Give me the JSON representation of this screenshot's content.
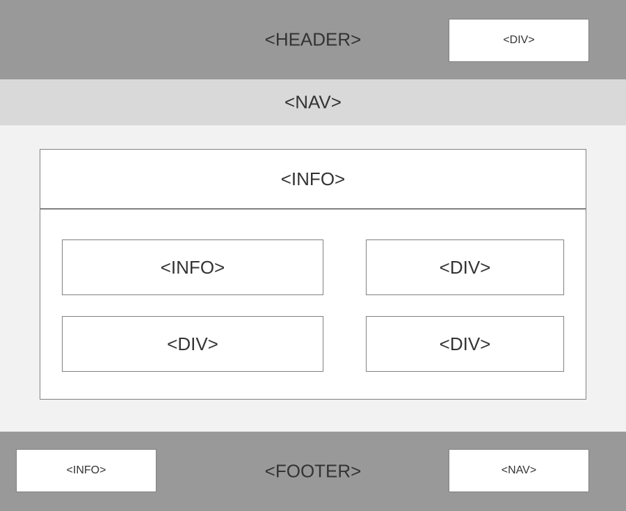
{
  "header": {
    "label": "<HEADER>",
    "div_label": "<DIV>"
  },
  "nav": {
    "label": "<NAV>"
  },
  "main": {
    "info_panel": {
      "title": "<INFO>",
      "cells": [
        {
          "label": "<INFO>"
        },
        {
          "label": "<DIV>"
        },
        {
          "label": "<DIV>"
        },
        {
          "label": "<DIV>"
        }
      ]
    }
  },
  "footer": {
    "label": "<FOOTER>",
    "info_label": "<INFO>",
    "nav_label": "<NAV>"
  },
  "colors": {
    "header_bg": "#999999",
    "nav_bg": "#d9d9d9",
    "main_bg": "#f2f2f2",
    "footer_bg": "#999999",
    "box_bg": "#ffffff",
    "box_border": "#808080",
    "text": "#333333"
  }
}
